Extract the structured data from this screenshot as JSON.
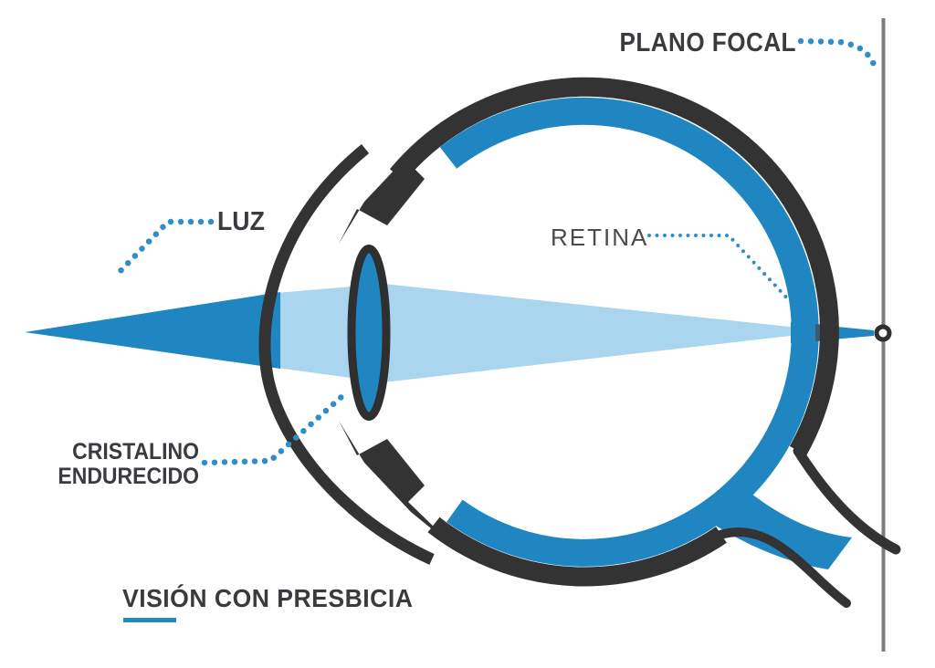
{
  "title": {
    "text": "VISIÓN CON PRESBICIA",
    "underline_color": "#2089c9"
  },
  "labels": {
    "plano_focal": "PLANO FOCAL",
    "luz": "LUZ",
    "retina": "RETINA",
    "cristalino_line1": "CRISTALINO",
    "cristalino_line2": "ENDURECIDO"
  },
  "diagram": {
    "type": "eye-cross-section",
    "condition_shown": "presbyopia (focal point behind the retina on the focal plane)",
    "parts_depicted": [
      "light beam",
      "cornea",
      "hardened crystalline lens",
      "iris / ciliary body",
      "retina",
      "optic nerve",
      "focal plane",
      "focal point marker"
    ],
    "colors": {
      "primary_blue": "#1f86c2",
      "light_beam_pale_blue": "#a9d5ee",
      "outline_dark": "#333333",
      "focal_plane_gray": "#7c7c7c",
      "leader_dot_blue": "#2d8ecb",
      "label_text_dark": "#393b3f",
      "retina_label_gray": "#4a4b4d"
    }
  }
}
